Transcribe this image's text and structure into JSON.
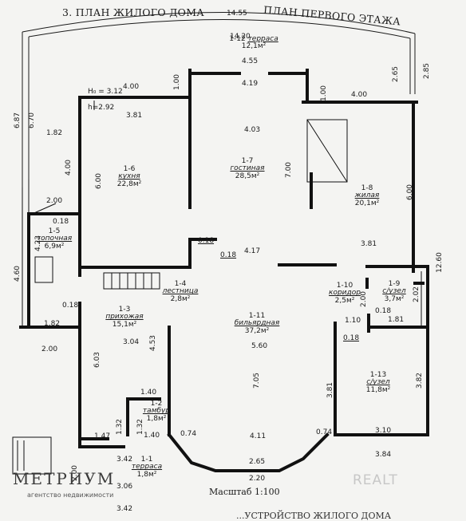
{
  "header": {
    "left_title": "3. ПЛАН ЖИЛОГО ДОМА",
    "right_title": "ПЛАН ПЕРВОГО ЭТАЖА"
  },
  "rooms": [
    {
      "number": "1-1",
      "name": "терраса",
      "area": "1,8м²"
    },
    {
      "number": "1-2",
      "name": "тамбур",
      "area": "1,8м²"
    },
    {
      "number": "1-3",
      "name": "прихожая",
      "area": "15,1м²"
    },
    {
      "number": "1-4",
      "name": "лестница",
      "area": "2,8м²"
    },
    {
      "number": "1-5",
      "name": "топочная",
      "area": "6,9м²"
    },
    {
      "number": "1-6",
      "name": "кухня",
      "area": "22,8м²"
    },
    {
      "number": "1-7",
      "name": "гостиная",
      "area": "28,5м²"
    },
    {
      "number": "1-8",
      "name": "жилая",
      "area": "20,1м²"
    },
    {
      "number": "1-9",
      "name": "с/узел",
      "area": "3,7м²"
    },
    {
      "number": "1-10",
      "name": "коридор",
      "area": "2,5м²"
    },
    {
      "number": "1-11",
      "name": "бильярдная",
      "area": "37,2м²"
    },
    {
      "number": "1-12",
      "name": "терраса",
      "area": "12,1м²"
    },
    {
      "number": "1-13",
      "name": "с/узел",
      "area": "11,8м²"
    }
  ],
  "dimensions": {
    "d1455": "14.55",
    "d1420": "14.20",
    "d455": "4.55",
    "d419": "4.19",
    "d265a": "2.65",
    "d285": "2.85",
    "d100a": "1.00",
    "d400a": "4.00",
    "h312": "Н₀ = 3.12",
    "h292": "h=2.92",
    "d400b": "4.00",
    "d100b": "1.00",
    "d381a": "3.81",
    "d403": "4.03",
    "d687": "6.87",
    "d670": "6.70",
    "d182a": "1.82",
    "d400c": "4.00",
    "d600a": "6.00",
    "d700": "7.00",
    "d600b": "6.00",
    "d200a": "2.00",
    "d018a": "0.18",
    "d423": "4.23",
    "d018b": "0.18",
    "d018c": "0.18",
    "d417": "4.17",
    "d381b": "3.81",
    "d1260": "12.60",
    "d460": "4.60",
    "d018d": "0.18",
    "d200b": "2.00",
    "d202": "2.02",
    "d018e": "0.18",
    "d182b": "1.82",
    "d110": "1.10",
    "d181": "1.81",
    "d018f": "0.18",
    "d304": "3.04",
    "d453": "4.53",
    "d560": "5.60",
    "d200c": "2.00",
    "d603": "6.03",
    "d705": "7.05",
    "d381c": "3.81",
    "d382": "3.82",
    "d140a": "1.40",
    "d132a": "1.32",
    "d132b": "1.32",
    "d147": "1.47",
    "d140b": "1.40",
    "d074a": "0.74",
    "d411": "4.11",
    "d074b": "0.74",
    "d310": "3.10",
    "d342a": "3.42",
    "d265b": "2.65",
    "d220": "2.20",
    "d384": "3.84",
    "d306": "3.06",
    "d342b": "3.42",
    "d200d": "2.00"
  },
  "scale_label": "Масштаб 1:100",
  "brand": {
    "name": "МЕТРИУМ",
    "sub": "агентство недвижимости"
  },
  "watermark": "REALT",
  "footer_fragment": "...УСТРОЙСТВО ЖИЛОГО ДОМА"
}
